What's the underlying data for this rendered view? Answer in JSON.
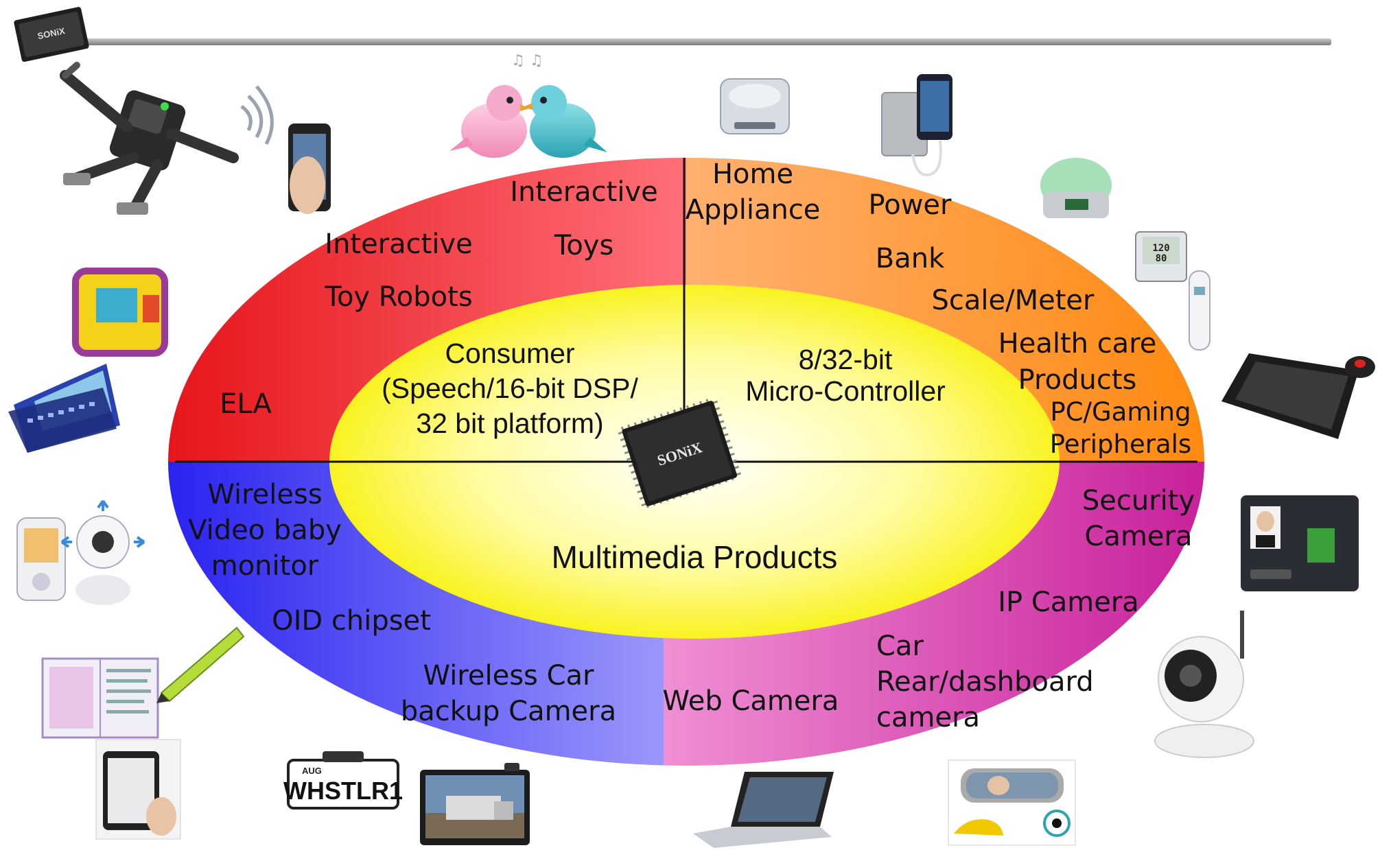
{
  "header": {
    "logo_text": "SONiX"
  },
  "diagram": {
    "chip_logo": "SONiX",
    "quadrants": {
      "consumer": {
        "outer_labels": [
          "Interactive",
          "Toys",
          "Interactive",
          "Toy Robots",
          "ELA"
        ],
        "inner_lines": [
          "Consumer",
          "(Speech/16-bit DSP/",
          "32 bit platform)"
        ],
        "color": "#f2322f"
      },
      "mcu": {
        "outer_labels": [
          "Home",
          "Appliance",
          "Power",
          "Bank",
          "Scale/Meter",
          "Health care",
          "Products",
          "PC/Gaming",
          "Peripherals"
        ],
        "inner_lines": [
          "8/32-bit",
          "Micro-Controller"
        ],
        "color": "#ff9a3c"
      },
      "multimedia_left": {
        "outer_labels": [
          "Wireless",
          "Video baby",
          "monitor",
          "OID chipset",
          "Wireless Car",
          "backup Camera"
        ],
        "color": "#4a3df5"
      },
      "multimedia_right": {
        "outer_labels": [
          "Security",
          "Camera",
          "IP Camera",
          "Car",
          "Rear/dashboard",
          "camera",
          "Web Camera"
        ],
        "color": "#dc3aa8"
      },
      "multimedia_center": "Multimedia Products"
    }
  },
  "product_images": {
    "plate_month": "AUG",
    "plate_text": "WHSTLR1"
  }
}
